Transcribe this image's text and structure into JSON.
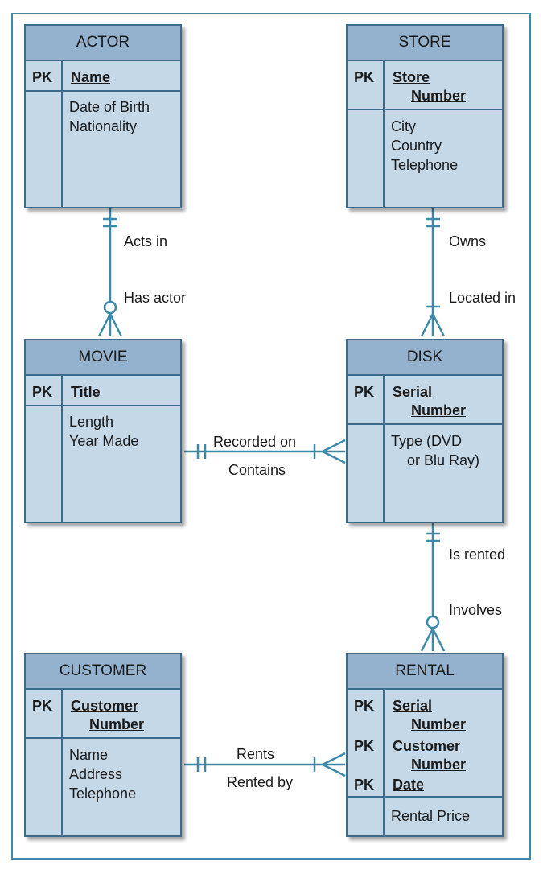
{
  "pk_label": "PK",
  "entities": {
    "actor": {
      "name": "ACTOR",
      "key": [
        "Name"
      ],
      "attrs": [
        "Date of Birth",
        "Nationality"
      ]
    },
    "store": {
      "name": "STORE",
      "key": [
        "Store",
        "Number"
      ],
      "attrs": [
        "City",
        "Country",
        "Telephone"
      ]
    },
    "movie": {
      "name": "MOVIE",
      "key": [
        "Title"
      ],
      "attrs": [
        "Length",
        "Year Made"
      ]
    },
    "disk": {
      "name": "DISK",
      "key": [
        "Serial",
        "Number"
      ],
      "attrs": [
        "Type (DVD",
        "or Blu Ray)"
      ]
    },
    "customer": {
      "name": "CUSTOMER",
      "key": [
        "Customer",
        "Number"
      ],
      "attrs": [
        "Name",
        "Address",
        "Telephone"
      ]
    },
    "rental": {
      "name": "RENTAL",
      "keys": [
        [
          "Serial",
          "Number"
        ],
        [
          "Customer",
          "Number"
        ],
        [
          "Date"
        ]
      ],
      "attrs": [
        "Rental Price"
      ]
    }
  },
  "relationships": {
    "actor_movie": {
      "label_a": "Acts in",
      "label_b": "Has actor"
    },
    "store_disk": {
      "label_a": "Owns",
      "label_b": "Located in"
    },
    "movie_disk": {
      "label_a": "Recorded on",
      "label_b": "Contains"
    },
    "disk_rental": {
      "label_a": "Is rented",
      "label_b": "Involves"
    },
    "customer_rental": {
      "label_a": "Rents",
      "label_b": "Rented by"
    }
  },
  "colors": {
    "connector": "#3d89a9",
    "entity_fill": "#c4d8e8",
    "header_fill": "#94b2ce",
    "entity_border": "#3c6b8c"
  }
}
